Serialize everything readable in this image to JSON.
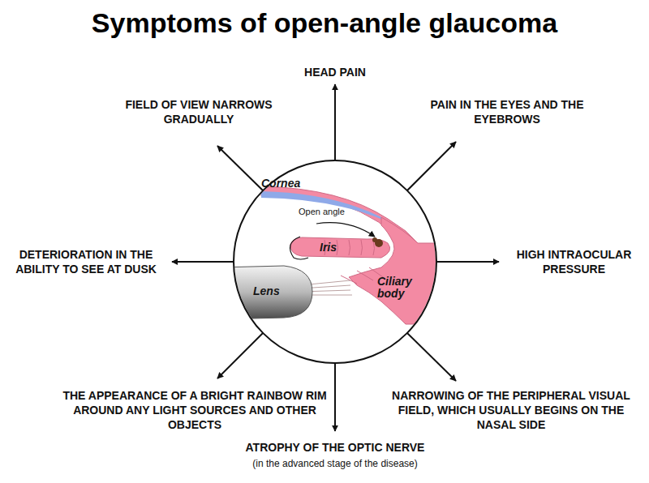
{
  "diagram": {
    "title": "Symptoms of open-angle glaucoma",
    "labels": [
      "HEAD PAIN",
      "PAIN IN THE EYES AND THE EYEBROWS",
      "HIGH INTRAOCULAR PRESSURE",
      "NARROWING OF THE PERIPHERAL VISUAL FIELD, WHICH USUALLY BEGINS ON THE NASAL SIDE",
      "ATROPHY OF THE OPTIC NERVE",
      "(in the advanced stage of the disease)",
      "THE APPEARANCE OF A BRIGHT RAINBOW RIM AROUND ANY LIGHT SOURCES AND OTHER OBJECTS",
      "DETERIORATION IN THE ABILITY TO SEE AT DUSK",
      "FIELD OF VIEW NARROWS GRADUALLY",
      "Cornea",
      "Open angle",
      "Iris",
      "Lens",
      "Ciliary body"
    ]
  }
}
